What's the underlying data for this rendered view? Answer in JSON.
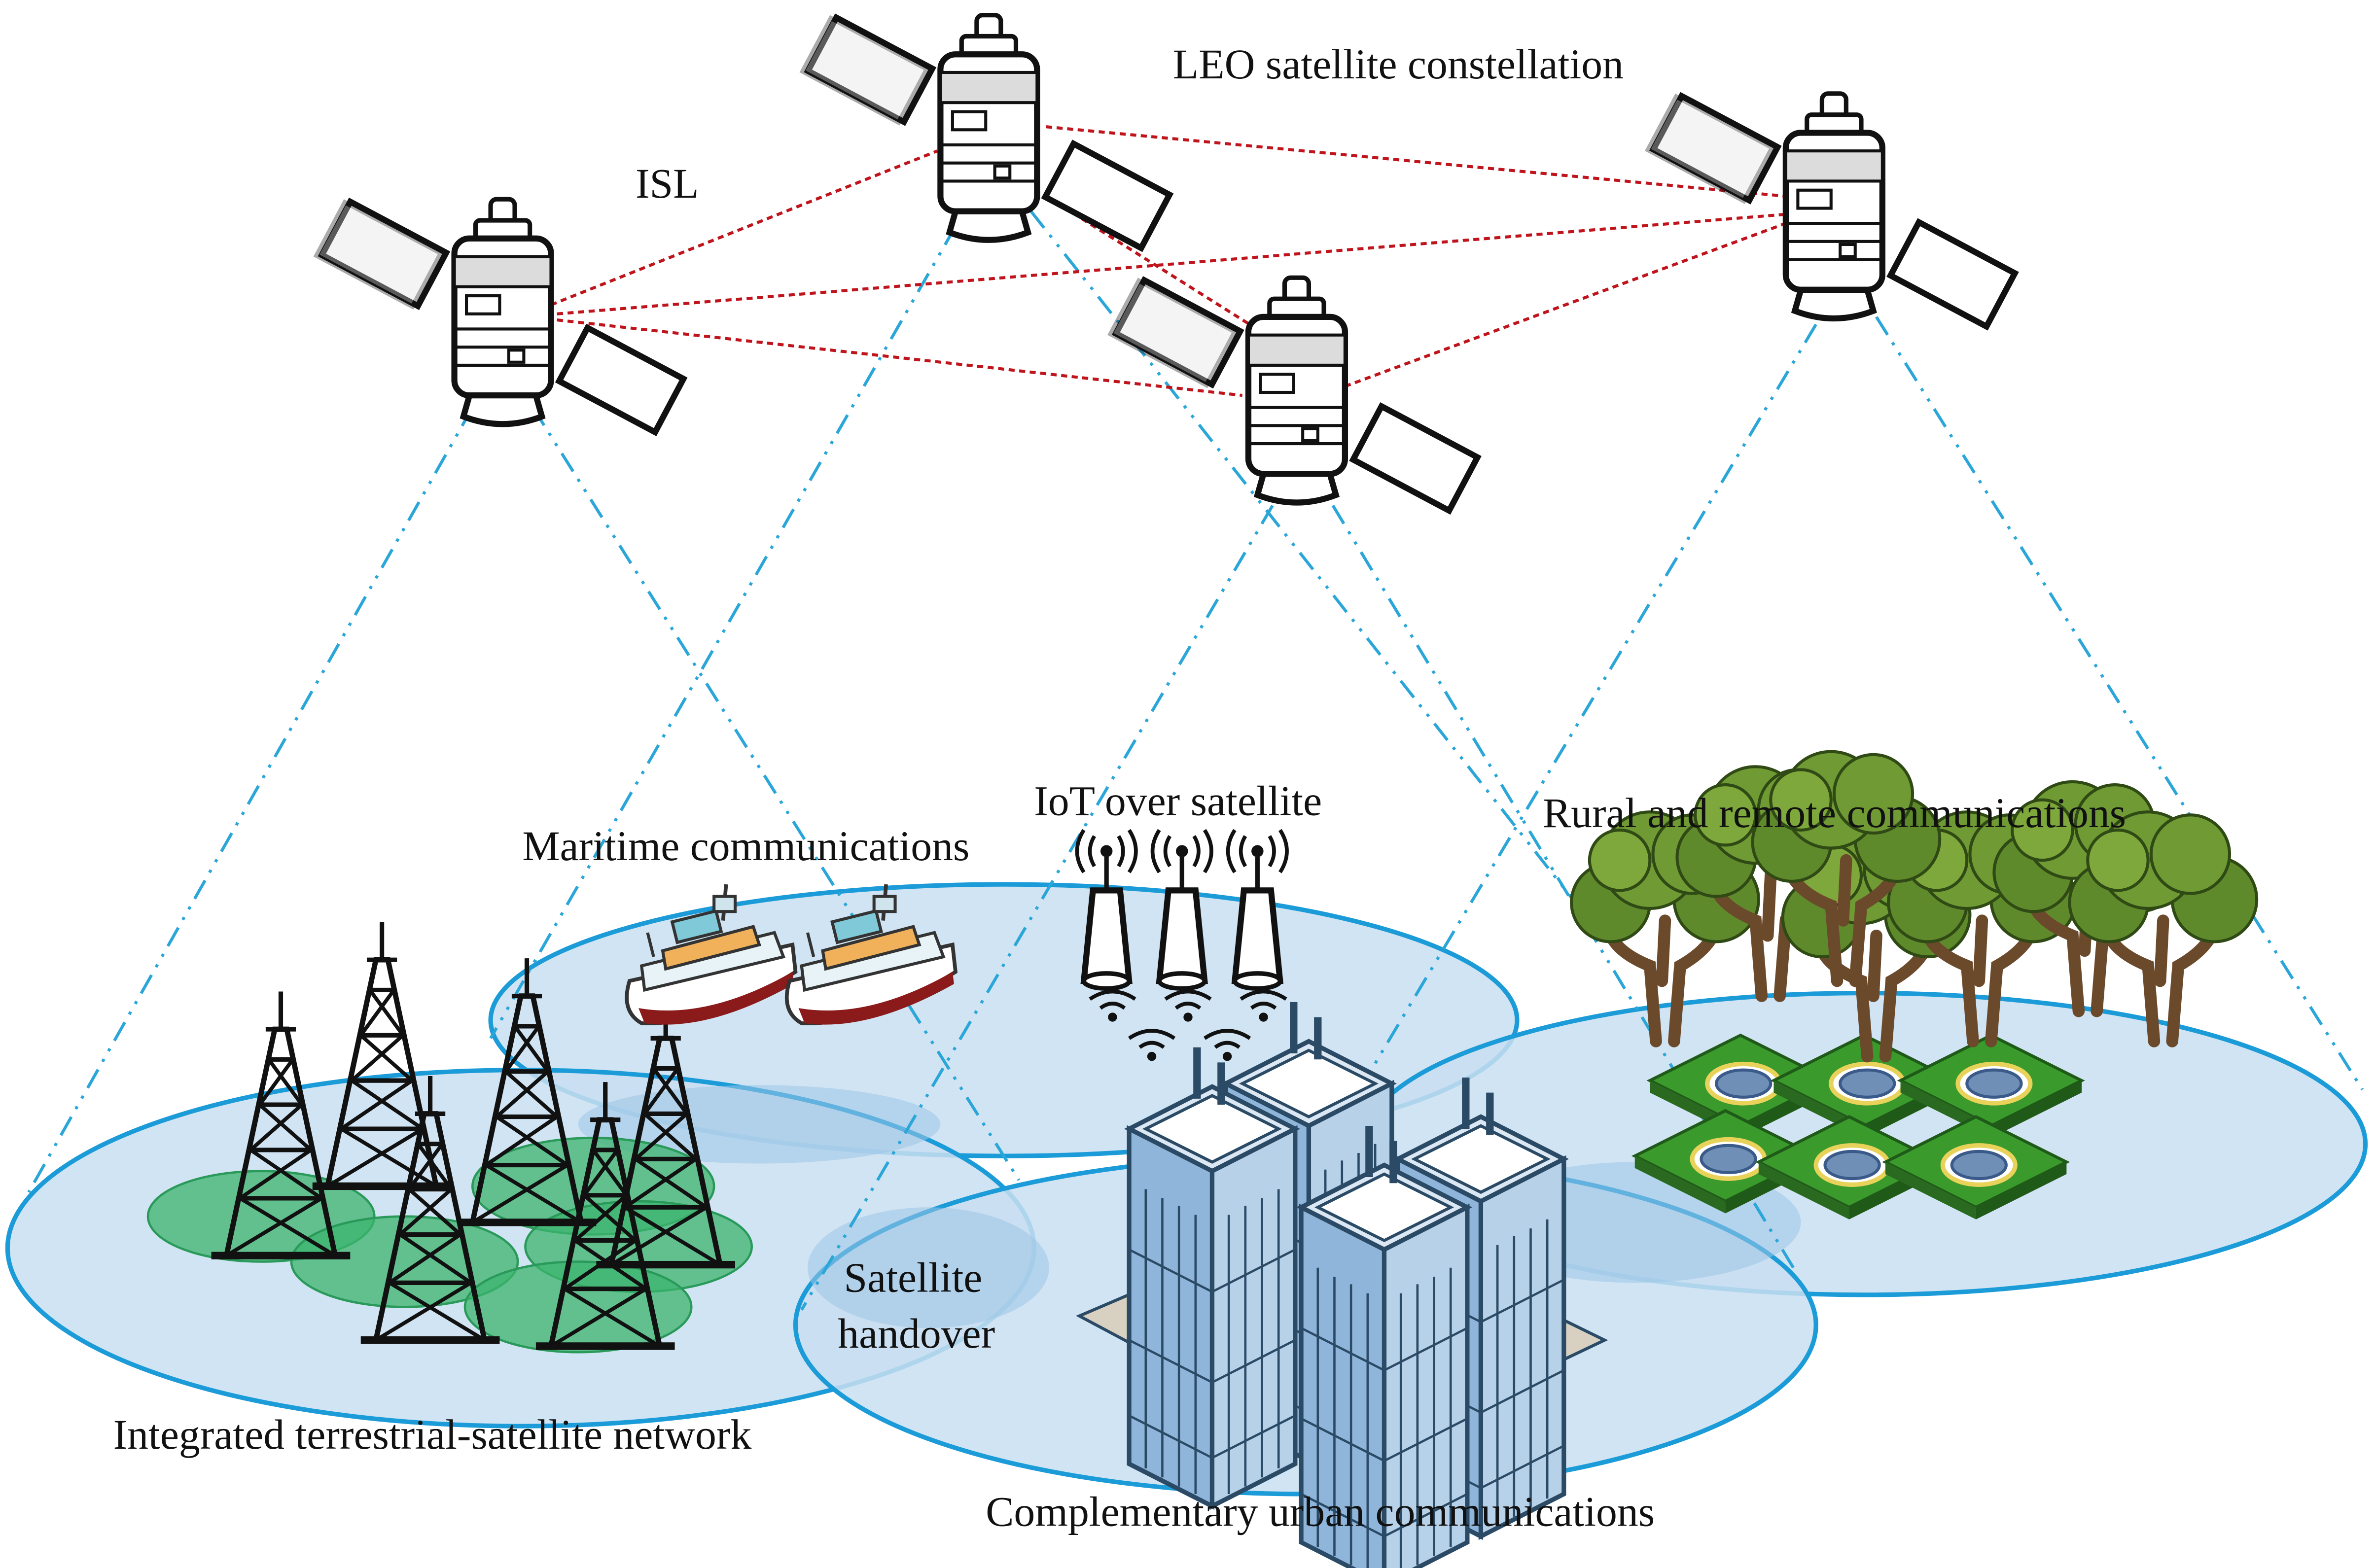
{
  "labels": {
    "leo": "LEO satellite constellation",
    "isl": "ISL",
    "iot": "IoT over satellite",
    "maritime": "Maritime communications",
    "rural": "Rural and remote communications",
    "handover_line1": "Satellite",
    "handover_line2": "handover",
    "terrestrial": "Integrated terrestrial-satellite network",
    "urban": "Complementary urban communications"
  },
  "colors": {
    "isl_link": "#c0141c",
    "beam_line": "#2aa6d8",
    "coverage_fill": "#c9dff1",
    "coverage_stroke": "#1b9bd7",
    "cell_fill": "#3cb46e",
    "tree": "#5f8a2c",
    "trunk": "#6b4a2c",
    "building": "#8fb6da",
    "tower": "#111111"
  },
  "icons": {
    "satellite": "satellite-icon",
    "tower": "cell-tower-icon",
    "ship": "ship-icon",
    "iot": "iot-sensor-icon",
    "building": "building-icon",
    "tree": "tree-icon",
    "farm": "farm-plot-icon"
  }
}
